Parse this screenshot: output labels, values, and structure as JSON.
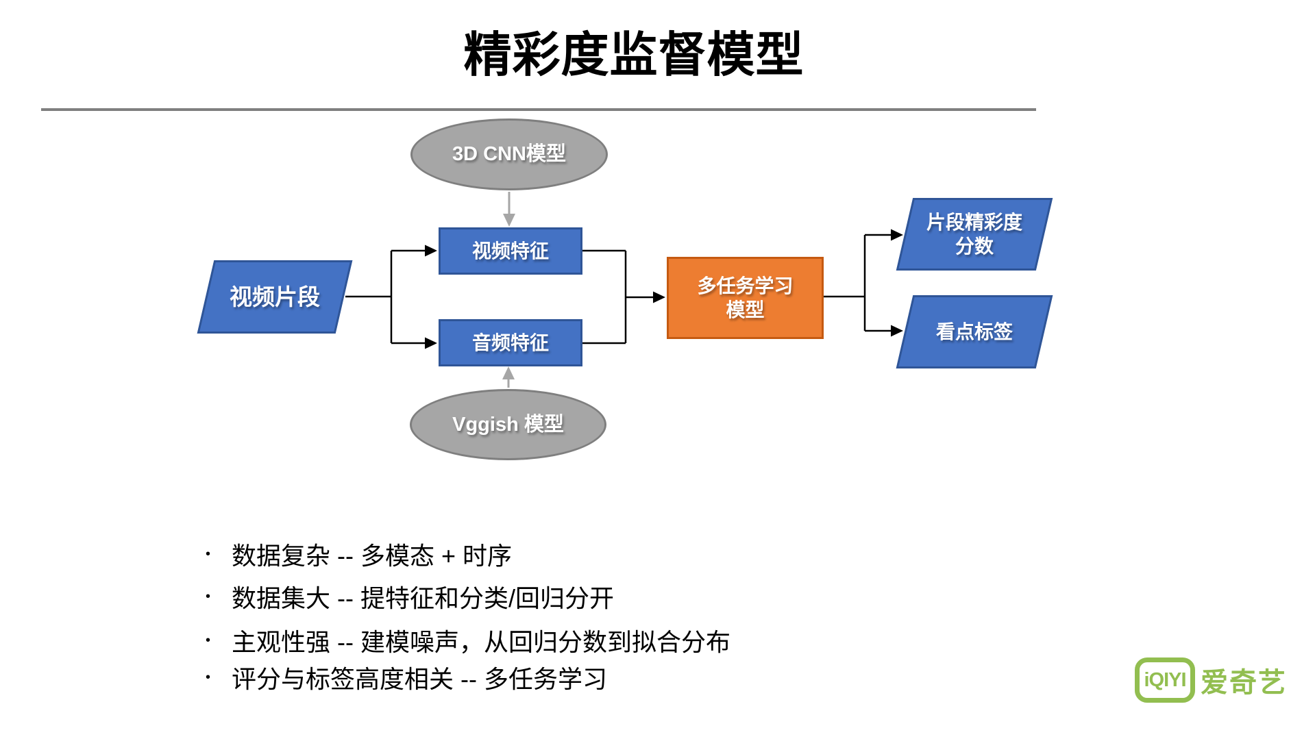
{
  "title": "精彩度监督模型",
  "bullet_char": "•",
  "diagram": {
    "cnn_model": {
      "label": "3D CNN模型"
    },
    "video_clip": {
      "label": "视频片段"
    },
    "video_feature": {
      "label": "视频特征"
    },
    "audio_feature": {
      "label": "音频特征"
    },
    "vggish_model": {
      "label": "Vggish 模型"
    },
    "multitask_model": {
      "line1": "多任务学习",
      "line2": "模型"
    },
    "highlight_score": {
      "line1": "片段精彩度",
      "line2": "分数"
    },
    "highlight_tags": {
      "label": "看点标签"
    }
  },
  "bullets": [
    {
      "text": "数据复杂 -- 多模态 + 时序"
    },
    {
      "text": "数据集大 -- 提特征和分类/回归分开"
    },
    {
      "text": "主观性强 -- 建模噪声，从回归分数到拟合分布"
    },
    {
      "text": "评分与标签高度相关 -- 多任务学习"
    }
  ],
  "logo": {
    "box_text": "iQIYI",
    "brand_text": "爱奇艺"
  },
  "colors": {
    "node_blue": "#4472C4",
    "node_blue_border": "#2F5597",
    "node_orange": "#ED7D31",
    "node_orange_border": "#C55A11",
    "node_gray": "#A6A6A6",
    "node_gray_border": "#7F7F7F",
    "connector_black": "#000000",
    "connector_gray": "#A6A6A6",
    "divider_gray": "#7F7F7F",
    "logo_green": "#92BE50"
  }
}
